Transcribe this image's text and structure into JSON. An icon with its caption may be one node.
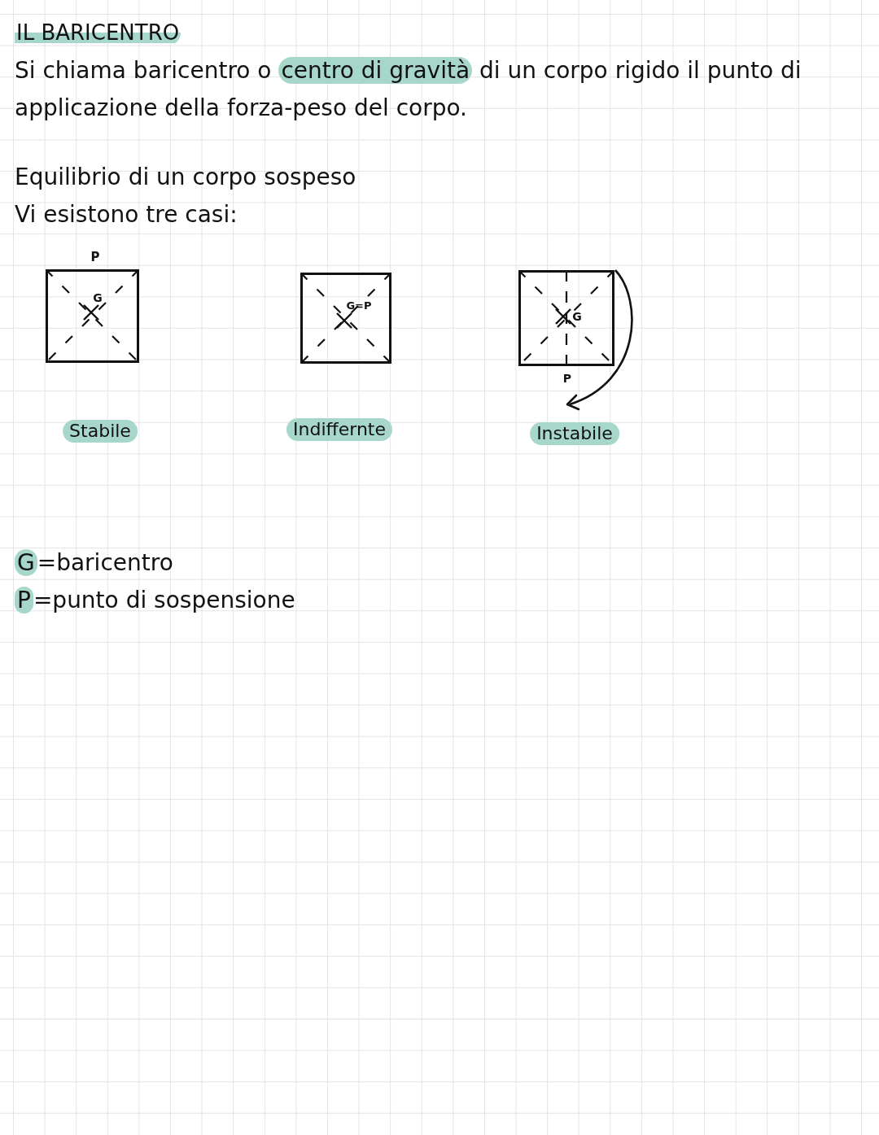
{
  "diagram": {
    "title": "IL BARICENTRO",
    "nodes": [
      {
        "text": [
          "P",
          "G"
        ],
        "beside": [
          "Stabile"
        ]
      },
      {
        "text": [
          "G=P"
        ],
        "beside": [
          "Indiffernte"
        ]
      },
      {
        "text": [
          "G",
          "P"
        ],
        "beside": [
          "Instabile"
        ]
      }
    ],
    "labels": [
      "Si chiama baricentro o **centro di gravità** di un corpo rigido il punto di applicazione della forza-peso del corpo.",
      "Equilibrio di un corpo sospeso",
      "Vi esistono tre casi:",
      "**G**=baricentro",
      "**P**=punto di sospensione"
    ]
  }
}
